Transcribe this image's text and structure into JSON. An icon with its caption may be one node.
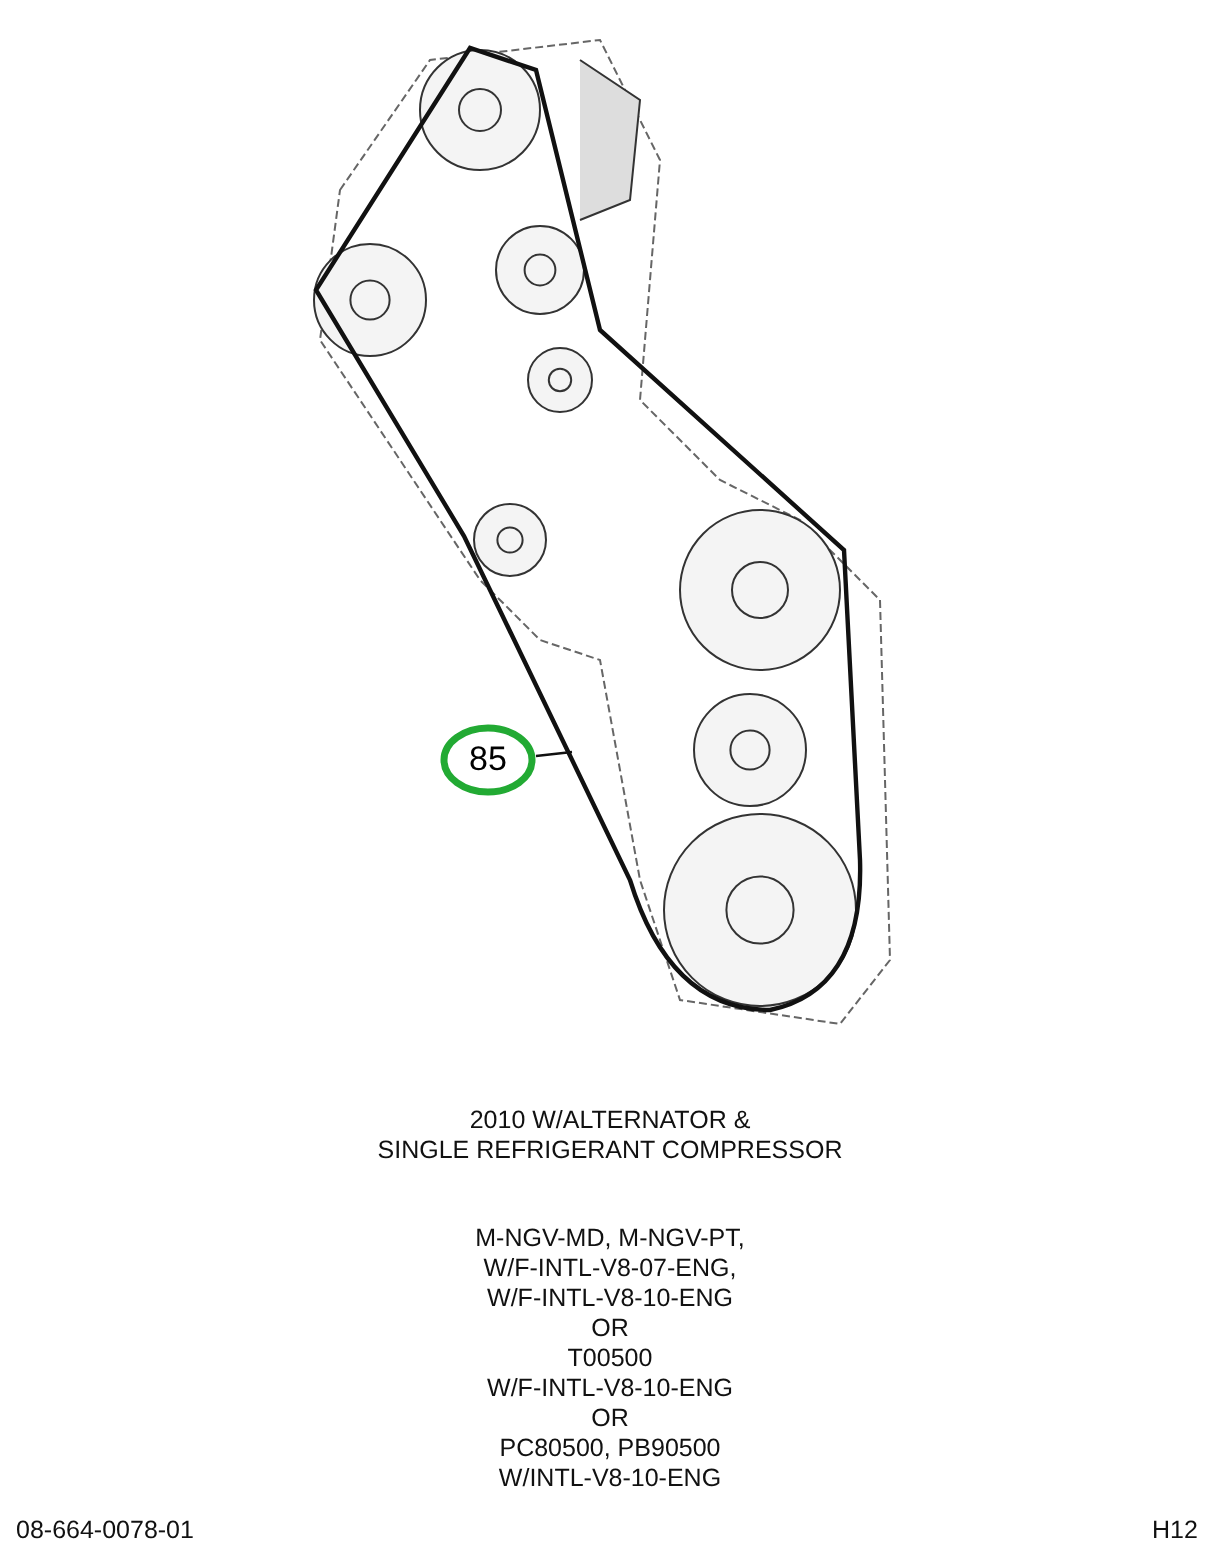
{
  "diagram": {
    "nodes": [
      {
        "text": [
          "85"
        ]
      },
      {
        "text": [],
        "shape": "picture"
      }
    ],
    "edges": [
      {
        "from": 0,
        "to": 1,
        "arrow": "none"
      }
    ],
    "labels": [
      "2010 W/ALTERNATOR &",
      "SINGLE REFRIGERANT COMPRESSOR",
      "M-NGV-MD, M-NGV-PT,",
      "W/F-INTL-V8-07-ENG,",
      "W/F-INTL-V8-10-ENG",
      "OR",
      "T00500",
      "W/F-INTL-V8-10-ENG",
      "OR",
      "PC80500, PB90500",
      "W/INTL-V8-10-ENG",
      "08-664-0078-01",
      "H12"
    ]
  }
}
